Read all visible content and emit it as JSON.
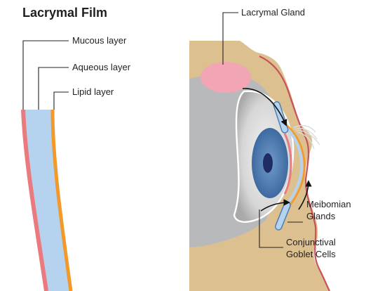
{
  "film": {
    "title": "Lacrymal Film",
    "labels": [
      "Mucous layer",
      "Aqueous layer",
      "Lipid layer"
    ]
  },
  "eye": {
    "lacrymal_gland": "Lacrymal Gland",
    "meibomian_glands": "Meibomian\nGlands",
    "goblet_cells": "Conjunctival\nGoblet Cells"
  },
  "colors": {
    "mucous": "#ea7a7e",
    "aqueous": "#b5d3ee",
    "lipid": "#f3992b",
    "skin": "#dcc08f",
    "gland": "#f2a6b5",
    "iris": "#4f7fb2",
    "pupil": "#1f2e62",
    "leader": "#231f20"
  }
}
